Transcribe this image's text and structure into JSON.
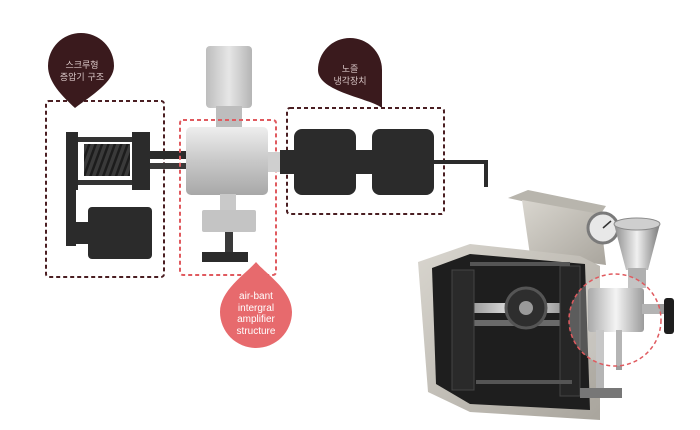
{
  "callouts": {
    "screw": {
      "line1": "스크루형",
      "line2": "증압기 구조"
    },
    "cooling": {
      "line1": "노즐",
      "line2": "냉각장치"
    },
    "amplifier": {
      "line1": "air-bant",
      "line2": "intergral",
      "line3": "amplifier",
      "line4": "structure"
    }
  },
  "colors": {
    "dark_callout": "#3a1a1d",
    "red_callout": "#e76a6d",
    "dark_dash": "#4a1e22",
    "red_dash": "#e05a5f",
    "part_dark": "#2b2b2b",
    "part_light": "#d6d6d6"
  }
}
